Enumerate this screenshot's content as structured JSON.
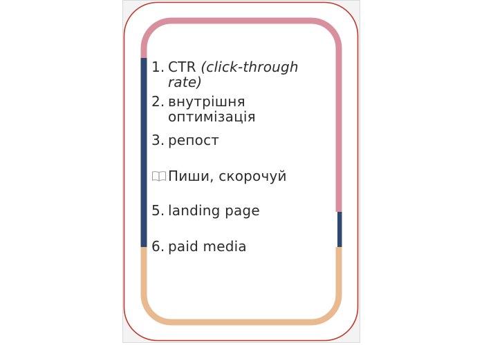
{
  "card": {
    "items": [
      {
        "marker": "1.",
        "text": "CTR",
        "note": "(click-through rate)"
      },
      {
        "marker": "2.",
        "text": "внутрішня оптимізація"
      },
      {
        "marker": "3.",
        "text": "репост"
      },
      {
        "marker_icon": "open-book-icon",
        "text": "Пиши, скорочуй"
      },
      {
        "marker": "5.",
        "text": "landing page"
      },
      {
        "marker": "6.",
        "text": "paid media"
      }
    ]
  },
  "colors": {
    "outer_border": "#c0392b",
    "frame_pink": "#d9909e",
    "frame_navy": "#2e4a73",
    "frame_tan": "#e9b98f",
    "text": "#2b2b2b",
    "panel_bg": "#f3f3f3"
  }
}
